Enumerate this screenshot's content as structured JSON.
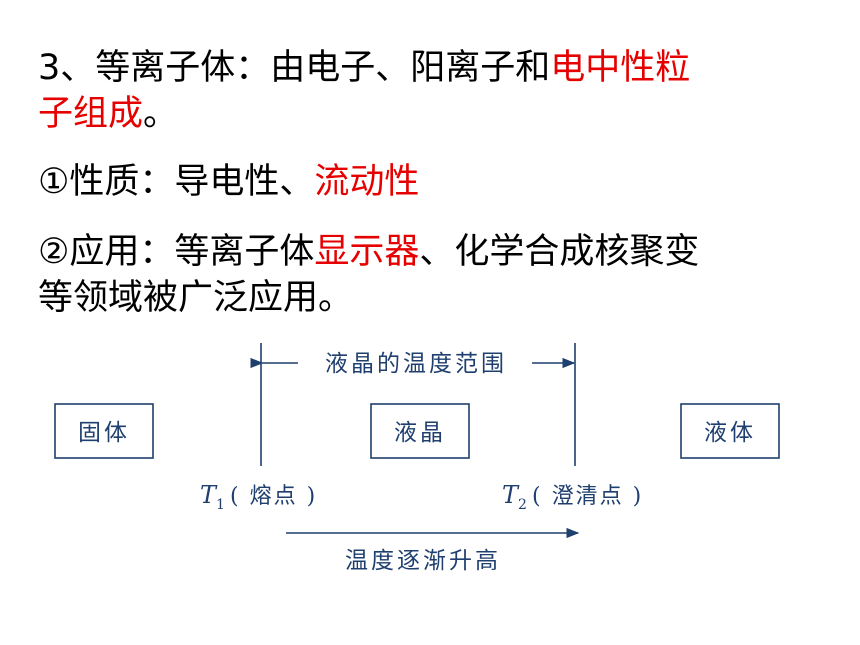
{
  "heading": {
    "p1": "3、等离子体：由电子、阳离子和",
    "p1_red": "电中性粒",
    "p2_red": "子组成",
    "p2_end": "。"
  },
  "property": {
    "p1": "①性质：导电性、",
    "p1_red": "流动性"
  },
  "application": {
    "p1": "②应用：等离子体",
    "p1_red": "显示器",
    "p1_end": "、化学合成核聚变",
    "p2": "等领域被广泛应用。"
  },
  "diagram": {
    "range_label": "液晶的温度范围",
    "boxes": [
      "固体",
      "液晶",
      "液体"
    ],
    "t1_symbol": "T",
    "t1_sub": "1",
    "t1_label": "( 熔点 )",
    "t2_symbol": "T",
    "t2_sub": "2",
    "t2_label": "( 澄清点 )",
    "bottom_label": "温度逐渐升高",
    "line_color": "#1f3f6e"
  }
}
